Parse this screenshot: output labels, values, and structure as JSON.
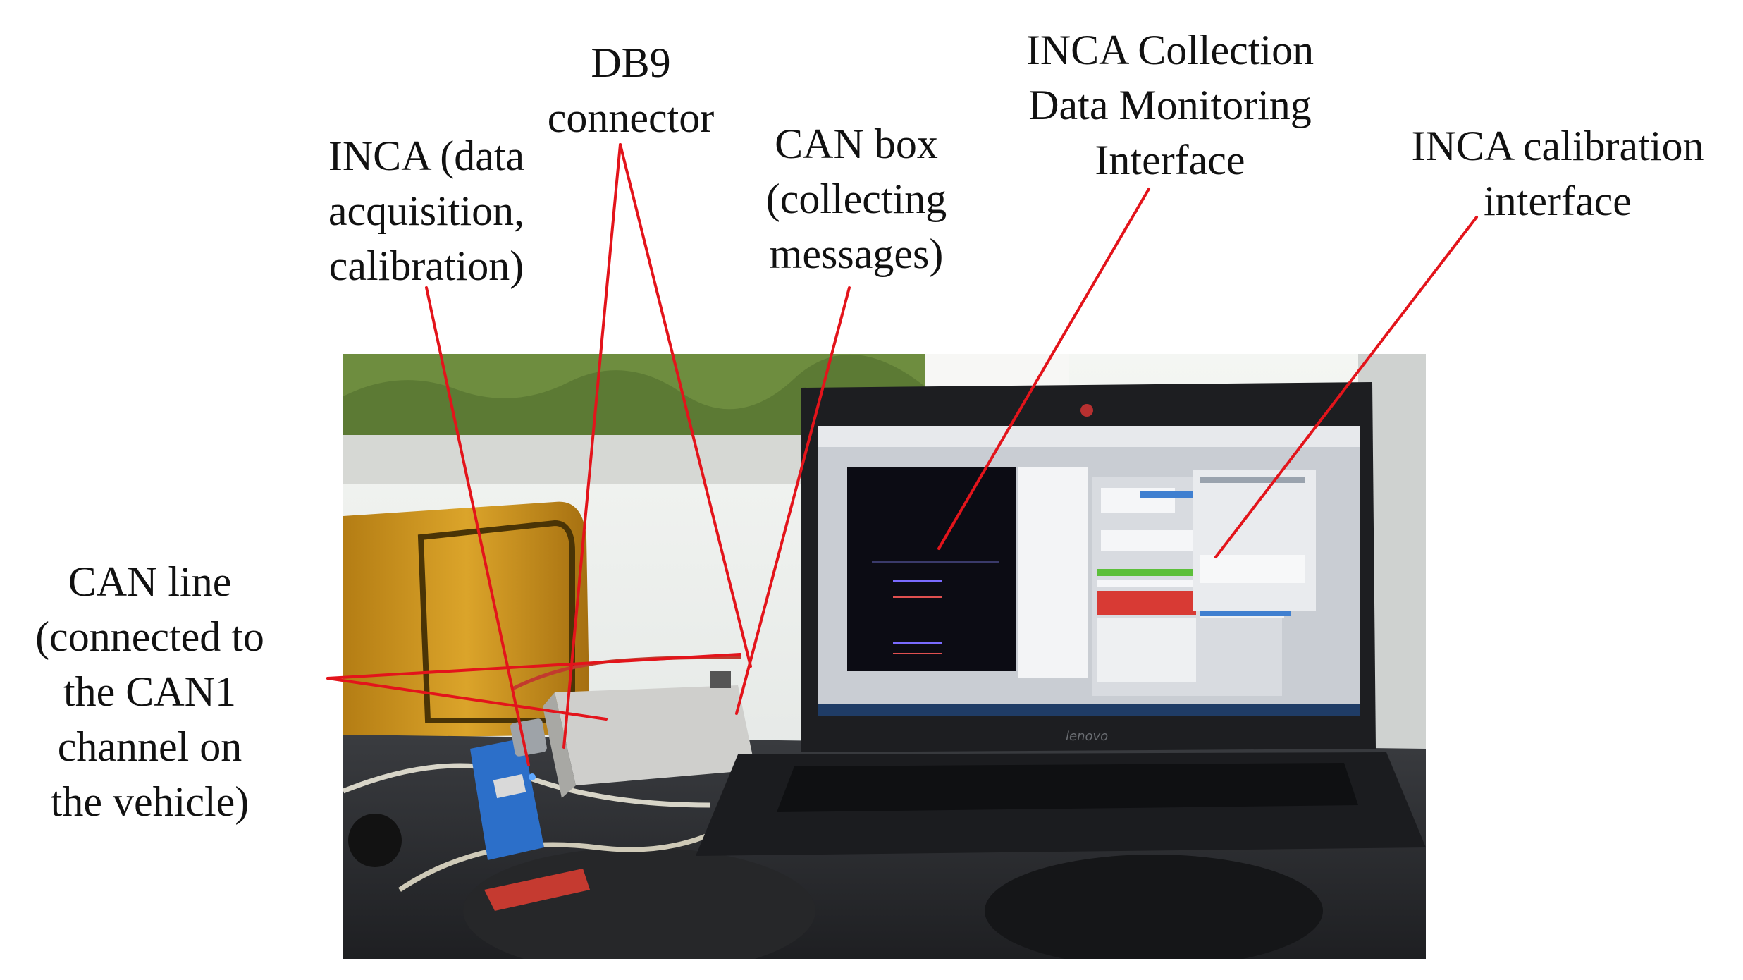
{
  "labels": {
    "inca": [
      "INCA (data",
      "acquisition,",
      "calibration)"
    ],
    "db9": [
      "DB9",
      "connector"
    ],
    "canbox": [
      "CAN box",
      "(collecting",
      "messages)"
    ],
    "monitoring": [
      "INCA Collection",
      "Data Monitoring",
      "Interface"
    ],
    "calibration": [
      "INCA calibration",
      "interface"
    ],
    "canline": [
      "CAN line",
      "(connected to",
      "the CAN1",
      "channel on",
      "the vehicle)"
    ]
  },
  "laptop": {
    "brand": "lenovo"
  },
  "colors": {
    "leader_line": "#e3141b",
    "sky": "#eef2f0",
    "foliage": "#5c7a34",
    "van_yellow": "#d49a1e",
    "dashboard": "#2b2d30",
    "laptop_body": "#1d1e21",
    "screen_bg": "#c9cdd3",
    "scope_bg": "#0c0c14",
    "usb_blue": "#2c6fc9",
    "canbox_grey": "#cfcfcc"
  }
}
